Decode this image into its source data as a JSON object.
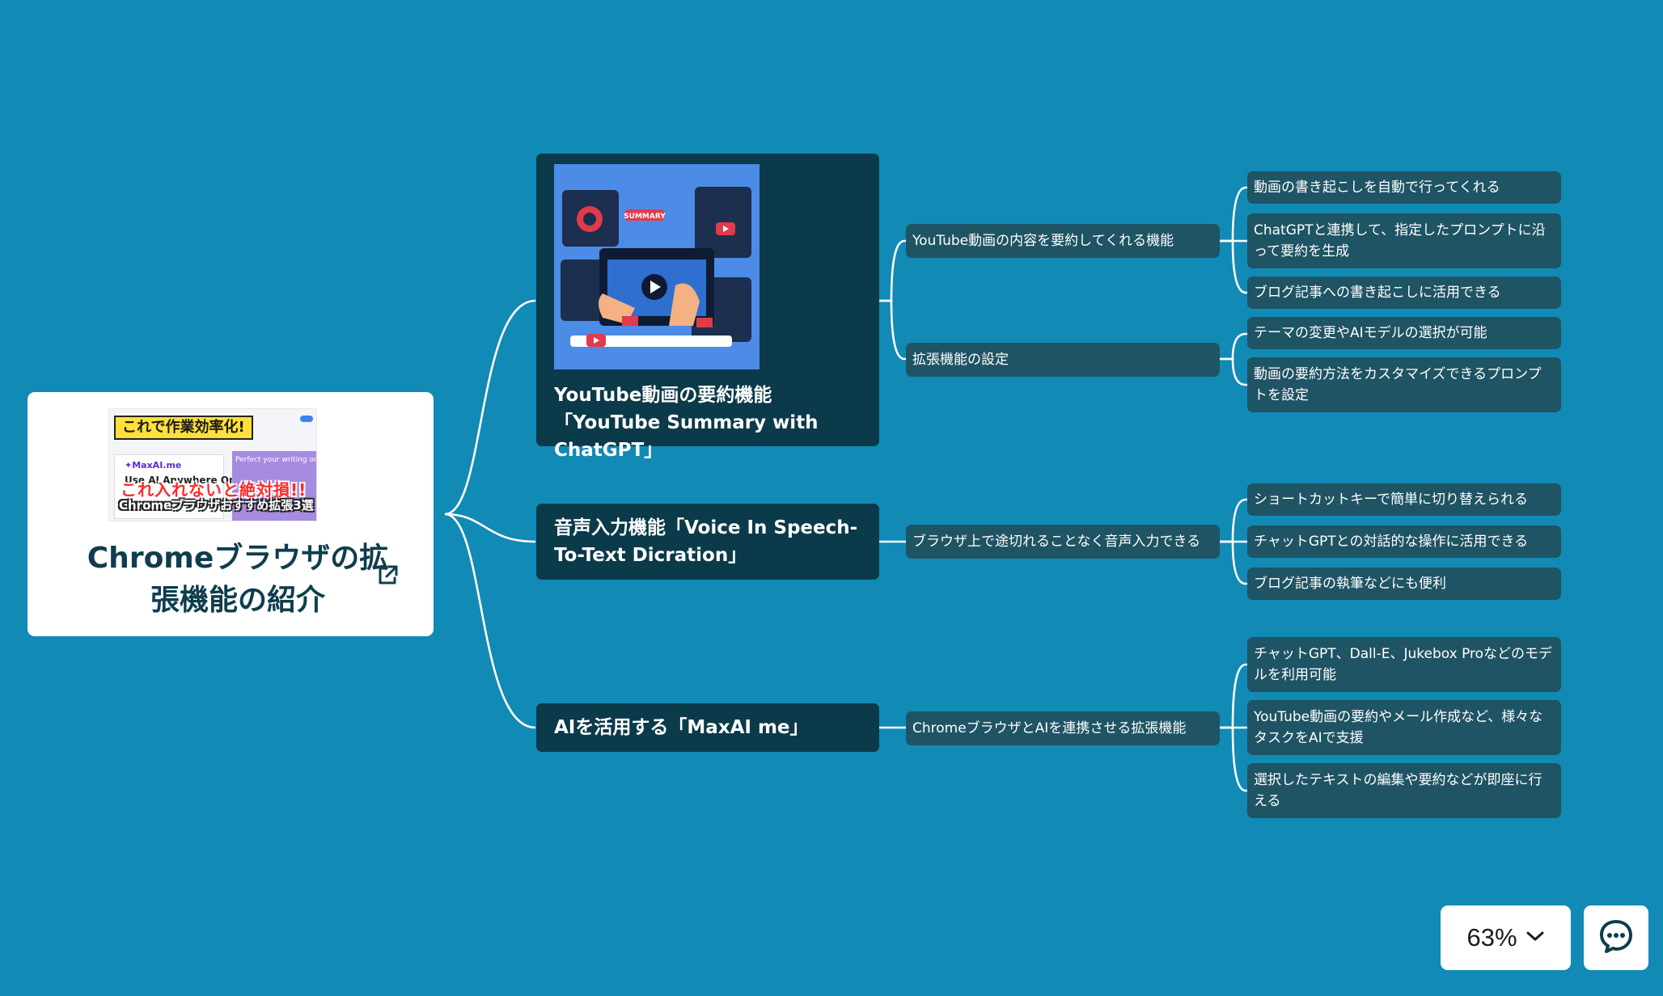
{
  "root": {
    "title": "Chromeブラウザの拡張機能の紹介",
    "thumbnail": {
      "banner": "これで作業効率化!",
      "brand": "✦MaxAI.me",
      "line1": "Use AI Anywhere Online",
      "right_text": "Perfect your writing on any",
      "red_text": "これ入れないと絶対損!!",
      "bottom_text": "Chromeブラウザおすすめ拡張3選"
    },
    "link_icon": "external-link-icon"
  },
  "branches": [
    {
      "title": "YouTube動画の要約機能「YouTube Summary with ChatGPT」",
      "has_image": true,
      "image_label": "SUMMARY",
      "children": [
        {
          "label": "YouTube動画の内容を要約してくれる機能",
          "children": [
            "動画の書き起こしを自動で行ってくれる",
            "ChatGPTと連携して、指定したプロンプトに沿って要約を生成",
            "ブログ記事への書き起こしに活用できる"
          ]
        },
        {
          "label": "拡張機能の設定",
          "children": [
            "テーマの変更やAIモデルの選択が可能",
            "動画の要約方法をカスタマイズできるプロンプトを設定"
          ]
        }
      ]
    },
    {
      "title": "音声入力機能「Voice In Speech-To-Text Dicration」",
      "children": [
        {
          "label": "ブラウザ上で途切れることなく音声入力できる",
          "children": [
            "ショートカットキーで簡単に切り替えられる",
            "チャットGPTとの対話的な操作に活用できる",
            "ブログ記事の執筆などにも便利"
          ]
        }
      ]
    },
    {
      "title": "AIを活用する「MaxAI me」",
      "children": [
        {
          "label": "ChromeブラウザとAIを連携させる拡張機能",
          "children": [
            "チャットGPT、Dall-E、Jukebox Proなどのモデルを利用可能",
            "YouTube動画の要約やメール作成など、様々なタスクをAIで支援",
            "選択したテキストの編集や要約などが即座に行える"
          ]
        }
      ]
    }
  ],
  "controls": {
    "zoom_level": "63%",
    "zoom_icon": "chevron-down-icon",
    "chat_icon": "chat-bubble-icon"
  },
  "colors": {
    "background": "#118ab5",
    "branch_node": "#0b3a4a",
    "sub_node": "#1f5464",
    "connector": "#ffffff",
    "root_card": "#ffffff",
    "root_text": "#0f3d4d"
  }
}
